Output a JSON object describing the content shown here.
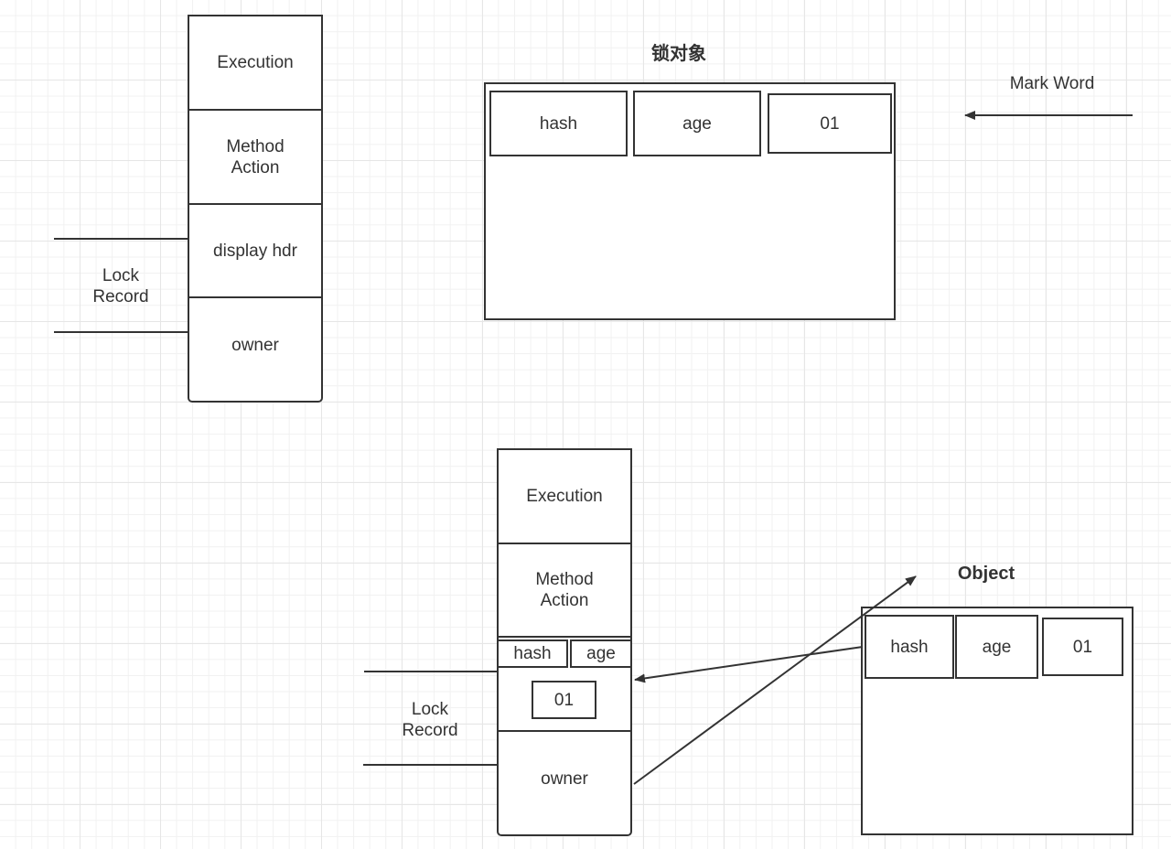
{
  "top_section": {
    "stack": {
      "cells": [
        {
          "label": "Execution"
        },
        {
          "label": "Method\nAction"
        },
        {
          "label": "display hdr"
        },
        {
          "label": "owner"
        }
      ]
    },
    "lock_record_label": "Lock\nRecord",
    "lock_object": {
      "title": "锁对象",
      "mark_word": [
        "hash",
        "age",
        "01"
      ]
    },
    "mark_word_label": "Mark Word"
  },
  "bottom_section": {
    "stack": {
      "cells": [
        {
          "label": "Execution"
        },
        {
          "label": "Method\nAction"
        },
        {
          "label": "hash"
        },
        {
          "label": "age"
        },
        {
          "label": "01"
        },
        {
          "label": "owner"
        }
      ]
    },
    "lock_record_label": "Lock\nRecord",
    "object": {
      "title": "Object",
      "mark_word": [
        "hash",
        "age",
        "01"
      ]
    }
  },
  "colors": {
    "stroke": "#333333",
    "grid": "#e6e6e6",
    "background": "#ffffff"
  }
}
